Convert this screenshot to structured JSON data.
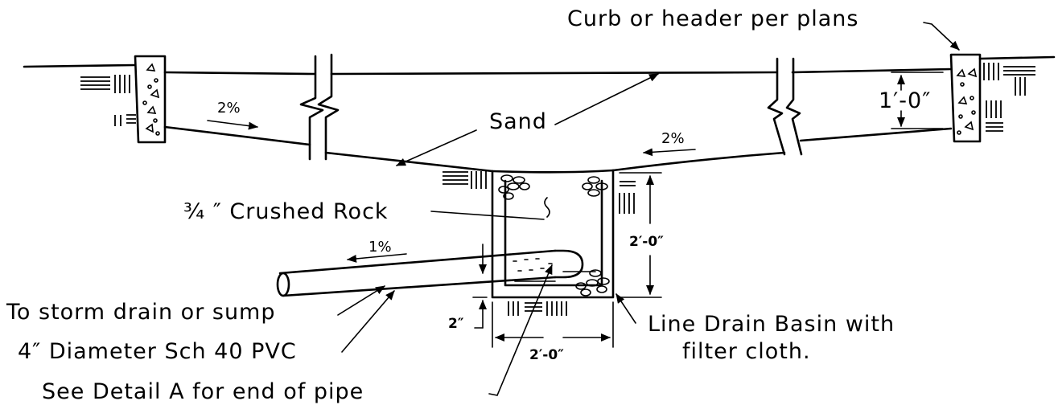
{
  "labels": {
    "curb": "Curb or header per plans",
    "sand": "Sand",
    "rock": "¾ ″ Crushed Rock",
    "storm": "To storm drain or sump",
    "pipe": "4″ Diameter Sch 40 PVC",
    "detail": "See Detail A for end of pipe",
    "basin_line1": "Line Drain Basin with",
    "basin_line2": "filter cloth."
  },
  "dimensions": {
    "curb_height": "1′-0″",
    "basin_height": "2′-0″",
    "basin_width": "2′-0″",
    "pipe_offset": "2″"
  },
  "slopes": {
    "left_surface": "2%",
    "right_surface": "2%",
    "pipe": "1%"
  }
}
